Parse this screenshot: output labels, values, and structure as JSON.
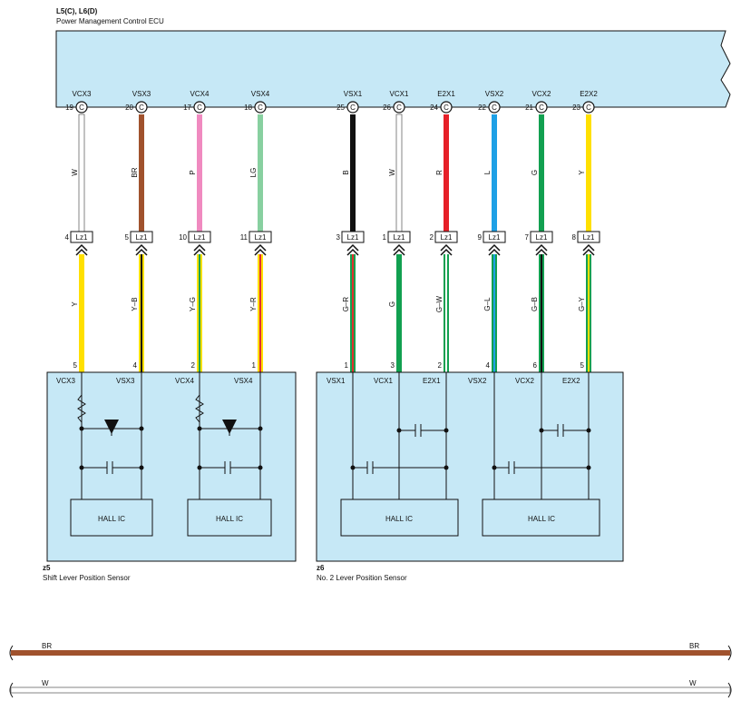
{
  "ecu": {
    "connectors": "L5(C), L6(D)",
    "name": "Power Management Control ECU"
  },
  "pins": [
    {
      "name": "VCX3",
      "ecu_pin": "19",
      "conn": "C",
      "wire": "W",
      "wire_color": "#ffffff",
      "stripe": "",
      "sub_pin": "4",
      "sub_conn": "Lz1",
      "lower_wire": "Y",
      "lower_color": "#ffe000",
      "lower_stripe": "",
      "sensor_pin": "5"
    },
    {
      "name": "VSX3",
      "ecu_pin": "20",
      "conn": "C",
      "wire": "BR",
      "wire_color": "#a0522d",
      "stripe": "",
      "sub_pin": "5",
      "sub_conn": "Lz1",
      "lower_wire": "Y–B",
      "lower_color": "#ffe000",
      "lower_stripe": "#111111",
      "sensor_pin": "4"
    },
    {
      "name": "VCX4",
      "ecu_pin": "17",
      "conn": "C",
      "wire": "P",
      "wire_color": "#f08ac0",
      "stripe": "",
      "sub_pin": "10",
      "sub_conn": "Lz1",
      "lower_wire": "Y–G",
      "lower_color": "#ffe000",
      "lower_stripe": "#1aa050",
      "sensor_pin": "2"
    },
    {
      "name": "VSX4",
      "ecu_pin": "18",
      "conn": "C",
      "wire": "LG",
      "wire_color": "#88d0a0",
      "stripe": "",
      "sub_pin": "11",
      "sub_conn": "Lz1",
      "lower_wire": "Y–R",
      "lower_color": "#ffe000",
      "lower_stripe": "#e03030",
      "sensor_pin": "1"
    },
    {
      "name": "VSX1",
      "ecu_pin": "25",
      "conn": "C",
      "wire": "B",
      "wire_color": "#111111",
      "stripe": "",
      "sub_pin": "3",
      "sub_conn": "Lz1",
      "lower_wire": "G–R",
      "lower_color": "#12a050",
      "lower_stripe": "#e03030",
      "sensor_pin": "1"
    },
    {
      "name": "VCX1",
      "ecu_pin": "26",
      "conn": "C",
      "wire": "W",
      "wire_color": "#ffffff",
      "stripe": "",
      "sub_pin": "1",
      "sub_conn": "Lz1",
      "lower_wire": "G",
      "lower_color": "#12a050",
      "lower_stripe": "",
      "sensor_pin": "3"
    },
    {
      "name": "E2X1",
      "ecu_pin": "24",
      "conn": "C",
      "wire": "R",
      "wire_color": "#e62028",
      "stripe": "",
      "sub_pin": "2",
      "sub_conn": "Lz1",
      "lower_wire": "G–W",
      "lower_color": "#12a050",
      "lower_stripe": "#ffffff",
      "sensor_pin": "2"
    },
    {
      "name": "VSX2",
      "ecu_pin": "22",
      "conn": "C",
      "wire": "L",
      "wire_color": "#1ea0e6",
      "stripe": "",
      "sub_pin": "9",
      "sub_conn": "Lz1",
      "lower_wire": "G–L",
      "lower_color": "#12a050",
      "lower_stripe": "#1ea0e6",
      "sensor_pin": "4"
    },
    {
      "name": "VCX2",
      "ecu_pin": "21",
      "conn": "C",
      "wire": "G",
      "wire_color": "#12a050",
      "stripe": "",
      "sub_pin": "7",
      "sub_conn": "Lz1",
      "lower_wire": "G–B",
      "lower_color": "#12a050",
      "lower_stripe": "#111111",
      "sensor_pin": "6"
    },
    {
      "name": "E2X2",
      "ecu_pin": "23",
      "conn": "C",
      "wire": "Y",
      "wire_color": "#ffe000",
      "stripe": "",
      "sub_pin": "8",
      "sub_conn": "Lz1",
      "lower_wire": "G–Y",
      "lower_color": "#12a050",
      "lower_stripe": "#ffe000",
      "sensor_pin": "5"
    }
  ],
  "sensors": [
    {
      "id": "z5",
      "name": "Shift Lever Position Sensor",
      "terminals": [
        "VCX3",
        "VSX3",
        "VCX4",
        "VSX4"
      ],
      "ics": [
        "HALL IC",
        "HALL IC"
      ]
    },
    {
      "id": "z6",
      "name": "No.  2 Lever Position Sensor",
      "terminals": [
        "VSX1",
        "VCX1",
        "E2X1",
        "VSX2",
        "VCX2",
        "E2X2"
      ],
      "ics": [
        "HALL IC",
        "HALL IC"
      ]
    }
  ],
  "legend": [
    {
      "code": "BR",
      "color": "#a0522d"
    },
    {
      "code": "W",
      "color": "#ffffff"
    }
  ],
  "colors": {
    "box_fill": "#c6e8f6",
    "outline": "#111111"
  }
}
